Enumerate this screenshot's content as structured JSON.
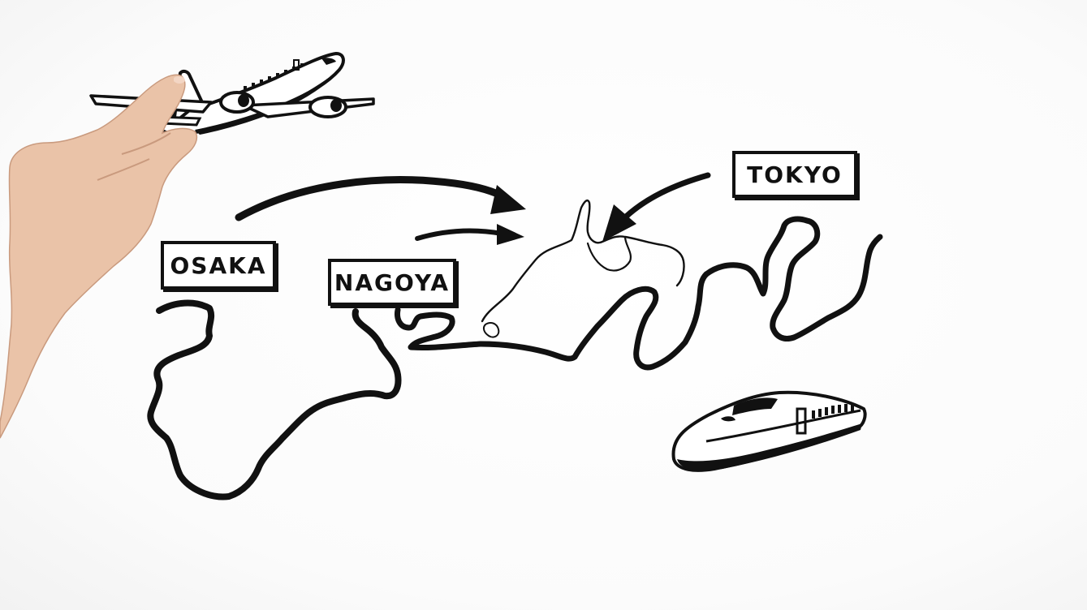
{
  "labels": {
    "osaka": "OSAKA",
    "nagoya": "NAGOYA",
    "tokyo": "TOKYO"
  },
  "icons": {
    "plane": "airplane-icon",
    "train": "bullet-train-icon",
    "hand": "hand-illustration"
  },
  "colors": {
    "ink": "#111111",
    "paper": "#ffffff",
    "skin": "#e9c2a6"
  }
}
